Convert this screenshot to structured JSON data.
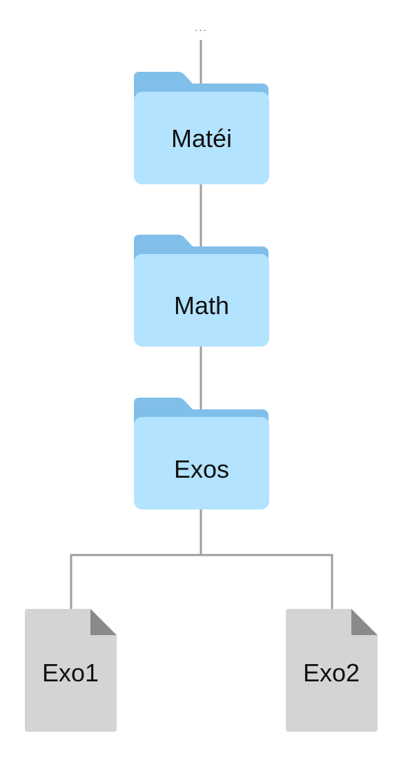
{
  "tree": {
    "ellipsis": "...",
    "folders": [
      {
        "label": "Matéi",
        "icon": "folder-icon"
      },
      {
        "label": "Math",
        "icon": "folder-icon"
      },
      {
        "label": "Exos",
        "icon": "folder-icon"
      }
    ],
    "files": [
      {
        "label": "Exo1",
        "icon": "file-icon"
      },
      {
        "label": "Exo2",
        "icon": "file-icon"
      }
    ]
  },
  "colors": {
    "folder_front": "#b3e3ff",
    "folder_back": "#7fbfe9",
    "file_body": "#d4d4d4",
    "file_corner": "#8a8a8a",
    "connector": "#9e9e9e",
    "text": "#111111"
  }
}
